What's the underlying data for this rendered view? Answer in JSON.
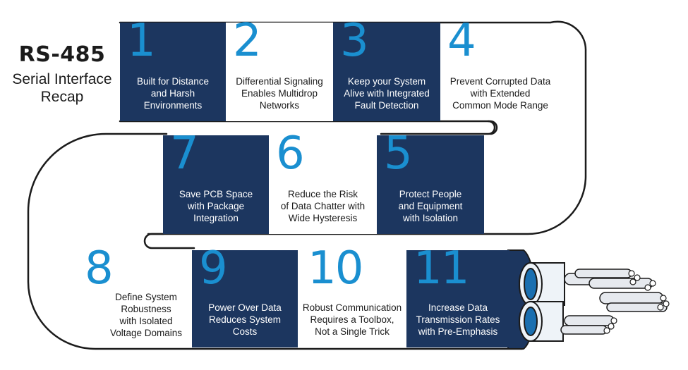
{
  "title": {
    "main": "RS-485",
    "line1": "Serial Interface",
    "line2": "Recap"
  },
  "colors": {
    "navy": "#1c365f",
    "accent_blue": "#1a8fd0",
    "outline": "#1b1b1b"
  },
  "steps": [
    {
      "number": "1",
      "lines": [
        "Built for Distance",
        "and Harsh",
        "Environments"
      ]
    },
    {
      "number": "2",
      "lines": [
        "Differential Signaling",
        "Enables Multidrop",
        "Networks"
      ]
    },
    {
      "number": "3",
      "lines": [
        "Keep your System",
        "Alive with Integrated",
        "Fault Detection"
      ]
    },
    {
      "number": "4",
      "lines": [
        "Prevent Corrupted Data",
        "with Extended",
        "Common Mode Range"
      ]
    },
    {
      "number": "5",
      "lines": [
        "Protect People",
        "and Equipment",
        "with Isolation"
      ]
    },
    {
      "number": "6",
      "lines": [
        "Reduce the Risk",
        "of Data Chatter with",
        "Wide Hysteresis"
      ]
    },
    {
      "number": "7",
      "lines": [
        "Save PCB Space",
        "with Package",
        "Integration"
      ]
    },
    {
      "number": "8",
      "lines": [
        "Define System",
        "Robustness",
        "with Isolated",
        "Voltage Domains"
      ]
    },
    {
      "number": "9",
      "lines": [
        "Power Over Data",
        "Reduces System",
        "Costs"
      ]
    },
    {
      "number": "10",
      "lines": [
        "Robust Communication",
        "Requires a Toolbox,",
        "Not a Single Trick"
      ]
    },
    {
      "number": "11",
      "lines": [
        "Increase Data",
        "Transmission Rates",
        "with Pre-Emphasis"
      ]
    }
  ]
}
